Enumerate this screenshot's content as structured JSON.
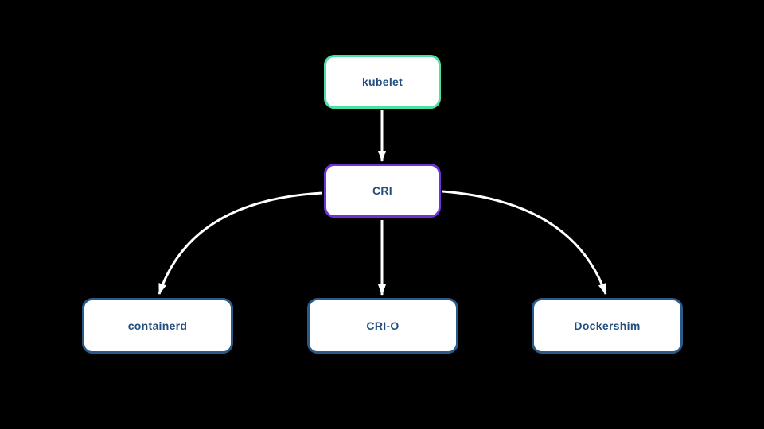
{
  "diagram": {
    "description": "Kubernetes kubelet to container runtimes via CRI",
    "colors": {
      "background": "#000000",
      "node_fill": "#ffffff",
      "text": "#224e7e",
      "arrow": "#ffffff",
      "kubelet_border": "#4ee0a3",
      "cri_border": "#6e32d7",
      "runtime_border": "#2a5a87"
    },
    "nodes": [
      {
        "id": "kubelet",
        "label": "kubelet"
      },
      {
        "id": "cri",
        "label": "CRI"
      },
      {
        "id": "containerd",
        "label": "containerd"
      },
      {
        "id": "crio",
        "label": "CRI-O"
      },
      {
        "id": "dockershim",
        "label": "Dockershim"
      }
    ],
    "edges": [
      {
        "from": "kubelet",
        "to": "cri"
      },
      {
        "from": "cri",
        "to": "containerd"
      },
      {
        "from": "cri",
        "to": "crio"
      },
      {
        "from": "cri",
        "to": "dockershim"
      }
    ]
  }
}
